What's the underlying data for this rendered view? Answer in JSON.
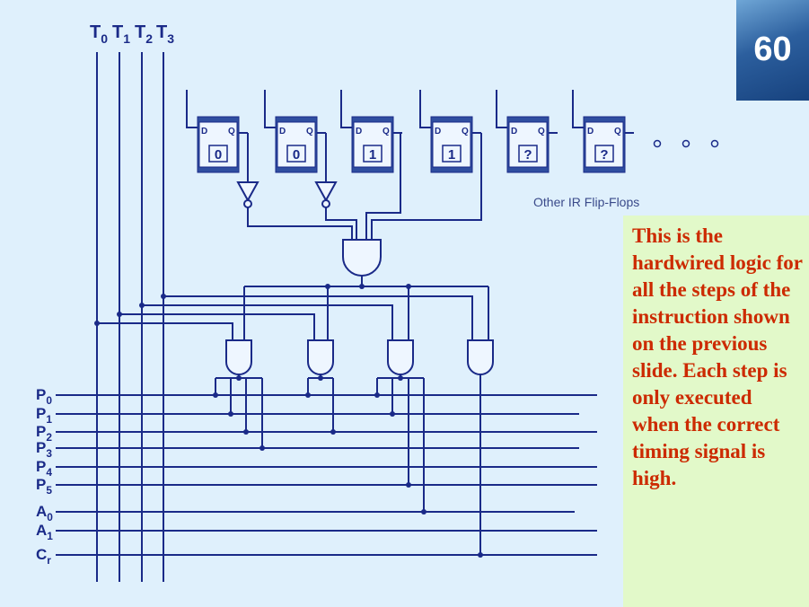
{
  "slide_number": "60",
  "timing_signals": [
    {
      "base": "T",
      "sub": "0"
    },
    {
      "base": "T",
      "sub": "1"
    },
    {
      "base": "T",
      "sub": "2"
    },
    {
      "base": "T",
      "sub": "3"
    }
  ],
  "flip_flops": [
    {
      "d": "D",
      "q": "Q",
      "value": "0"
    },
    {
      "d": "D",
      "q": "Q",
      "value": "0"
    },
    {
      "d": "D",
      "q": "Q",
      "value": "1"
    },
    {
      "d": "D",
      "q": "Q",
      "value": "1"
    },
    {
      "d": "D",
      "q": "Q",
      "value": "?"
    },
    {
      "d": "D",
      "q": "Q",
      "value": "?"
    }
  ],
  "ellipsis_count": 3,
  "ir_caption": "Other IR Flip-Flops",
  "output_signals": [
    {
      "base": "P",
      "sub": "0"
    },
    {
      "base": "P",
      "sub": "1"
    },
    {
      "base": "P",
      "sub": "2"
    },
    {
      "base": "P",
      "sub": "3"
    },
    {
      "base": "P",
      "sub": "4"
    },
    {
      "base": "P",
      "sub": "5"
    },
    {
      "base": "A",
      "sub": "0"
    },
    {
      "base": "A",
      "sub": "1"
    },
    {
      "base": "C",
      "sub": "r"
    }
  ],
  "note": "This is the hardwired logic for all the steps of the instruction shown on the previous slide. Each step is only executed when the correct timing signal is high.",
  "colors": {
    "background": "#dff0fc",
    "wire": "#1a2a88",
    "note_background": "#e2f9c9",
    "note_text": "#cc2a00"
  }
}
